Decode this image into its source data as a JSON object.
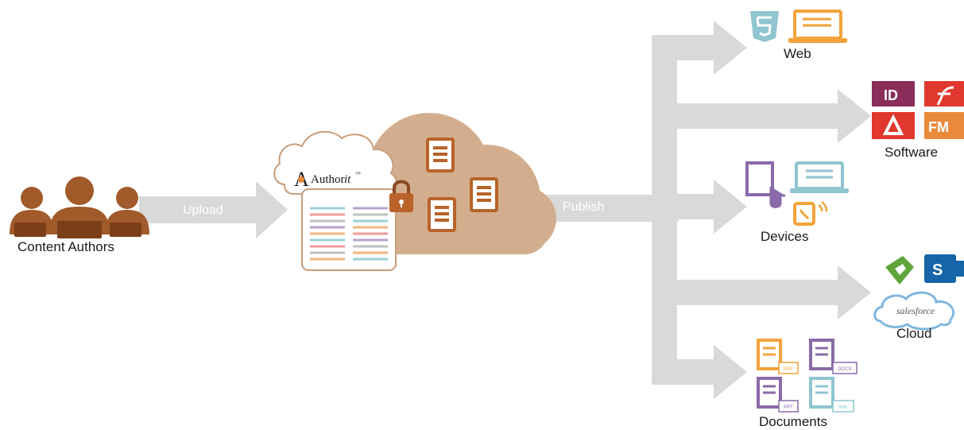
{
  "labels": {
    "authors": "Content Authors",
    "upload": "Upload",
    "publish": "Publish",
    "web": "Web",
    "software": "Software",
    "devices": "Devices",
    "cloud": "Cloud",
    "documents": "Documents"
  },
  "brand": {
    "mark": "A",
    "name": "Author",
    "suffix": "it",
    "tm": "™"
  },
  "software_badges": [
    "ID",
    "FM"
  ],
  "cloud_services": [
    "S",
    "salesforce"
  ],
  "document_formats": [
    "PDF",
    "DOCX",
    "PPT",
    "XML"
  ],
  "colors": {
    "arrow": "#d9d9d9",
    "author_people": "#a15a2a",
    "cloud_back": "#d3ae8e",
    "cloud_outline": "#c99d7a",
    "doc_icon": "#b9632a",
    "html5": "#8fc5cf",
    "laptop_orange": "#f2a33a",
    "indesign": "#8a2d5a",
    "acrobat": "#e0382e",
    "framemaker": "#e98a3b",
    "device_purple": "#8a6aa8",
    "evernote_green": "#5fa53b",
    "sharepoint_blue": "#1565a8",
    "salesforce_blue": "#7fb7e0",
    "lines": [
      "#9bd0d6",
      "#b7a3cf",
      "#f2b77f",
      "#f29b9b",
      "#c0c0c0"
    ]
  }
}
